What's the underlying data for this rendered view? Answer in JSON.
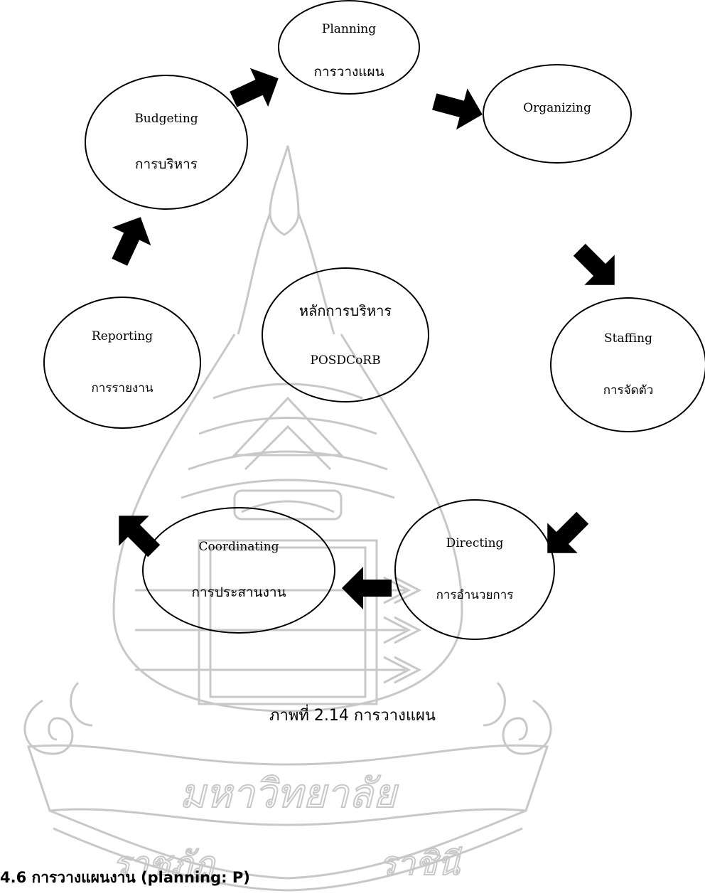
{
  "watermark": {
    "logo_text_line1": "มหาวิทยาลัย",
    "logo_text_line2": "ราชภัฏ",
    "logo_text_line3": "ราชินี",
    "color": "#c8c8c8"
  },
  "diagram": {
    "center": {
      "line1": "หลักการบริหาร",
      "line2": "POSDCoRB"
    },
    "nodes": {
      "planning": {
        "en": "Planning",
        "th": "การวางแผน"
      },
      "organizing": {
        "en": "Organizing",
        "th": ""
      },
      "staffing": {
        "en": "Staffing",
        "th": "การจัดตัว"
      },
      "directing": {
        "en": "Directing",
        "th": "การอำนวยการ"
      },
      "coordinating": {
        "en": "Coordinating",
        "th": "การประสานงาน"
      },
      "reporting": {
        "en": "Reporting",
        "th": "การรายงาน"
      },
      "budgeting": {
        "en": "Budgeting",
        "th": "การบริหาร"
      }
    },
    "arrow_color": "#000000"
  },
  "caption": "ภาพที่ 2.14 การวางแผน",
  "section_heading": "4.6 การวางแผนงาน (planning: P)"
}
